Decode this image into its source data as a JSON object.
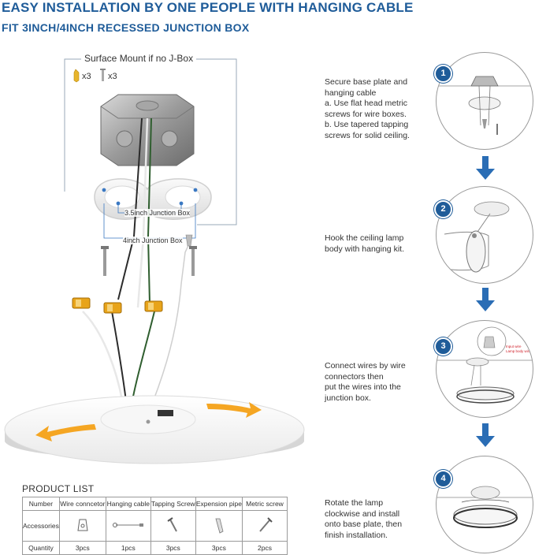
{
  "header": {
    "title": "EASY INSTALLATION BY ONE PEOPLE WITH HANGING CABLE",
    "subtitle": "FIT 3INCH/4INCH RECESSED JUNCTION BOX"
  },
  "diagram": {
    "surface_mount_label": "Surface Mount if no J-Box",
    "anchor_qty": "x3",
    "screw_qty": "x3",
    "jbox_small_label": "3.5inch Junction Box",
    "jbox_large_label": "4inch Junction Box"
  },
  "steps": [
    {
      "number": "1",
      "lines": [
        "Secure base plate and",
        "hanging cable",
        "a. Use flat head metric",
        "screws for wire boxes.",
        "b. Use tapered tapping",
        "screws for solid ceiling."
      ]
    },
    {
      "number": "2",
      "lines": [
        "Hook the ceiling lamp",
        "body with hanging kit."
      ]
    },
    {
      "number": "3",
      "lines": [
        "Connect wires by wire",
        "connectors then",
        "put the wires into the",
        "junction box."
      ],
      "callouts": [
        "Input wire",
        "Lamp body wire"
      ]
    },
    {
      "number": "4",
      "lines": [
        "Rotate the lamp",
        "clockwise and install",
        "onto base plate, then",
        "finish installation."
      ]
    }
  ],
  "product_list": {
    "title": "PRODUCT LIST",
    "headers": [
      "Number",
      "Wire conncetor",
      "Hanging cable",
      "Tapping Screw",
      "Expension pipe",
      "Metric screw"
    ],
    "accessories_label": "Accessories",
    "quantity_label": "Quantity",
    "quantities": [
      "3pcs",
      "1pcs",
      "3pcs",
      "3pcs",
      "2pcs"
    ]
  },
  "colors": {
    "brand_blue": "#1f5c99",
    "arrow_blue": "#2a6db5",
    "wire_connector_yellow": "#e8a41a",
    "rotate_arrow_orange": "#f5a623"
  }
}
